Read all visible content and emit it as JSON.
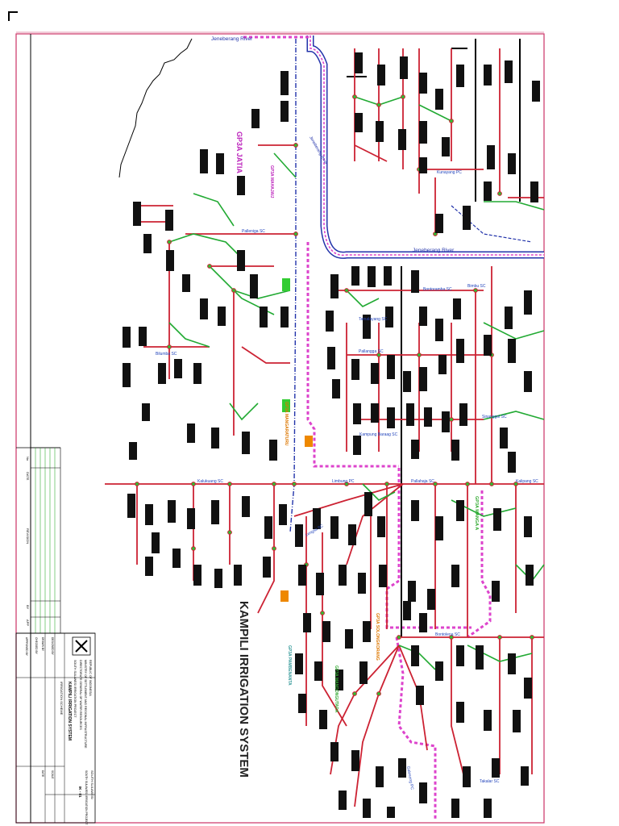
{
  "drawing": {
    "title": "KAMPILI IRRIGATION SYSTEM",
    "rivers": {
      "top": "Jeneberang River",
      "middle": "Jeneberang River",
      "canal_label": "Jeneberang River"
    },
    "gp3a_labels": [
      "GP3A JATIA",
      "GP3A MAHAJAIJ",
      "GP3A MANGARATURU",
      "GP3A MANGA A",
      "GP3A SOLONGKORANG",
      "GP3A MANDONGUTARA",
      "GP3A PAMBENANTA"
    ],
    "channel_labels": [
      "Palleniga SC",
      "Bilumba SC",
      "Kalukuang SC",
      "Limbung PC",
      "Kampung Baraag SC",
      "Pallahaja SC",
      "Bontoramba SC",
      "Bimbu SC",
      "Tamalayang SC",
      "Pallangga SC",
      "Kunayang PC",
      "Sinanggoi SC",
      "Bontolena SC",
      "Kalipang SC",
      "Lengsa SC",
      "Takalar SC",
      "Galesong PC"
    ]
  },
  "title_block": {
    "owner": "REPUBLIC OF INDONESIA",
    "ministry": "MINISTRY OF SETTLEMENT AND REGIONAL INFRASTRUCTURE",
    "directorate": "DIRECTORATE GENERAL OF WATER RESOURCES",
    "project": "SOUTH SULAWESI IRRIGATION PROJECT",
    "drawing_name": "KAMPILI IRRIGATION SYSTEM",
    "sheet_type": "IRRIGATION SCHEME",
    "province": "SOUTH SULAWESI",
    "sheet_no": "IK - 01",
    "rows": [
      "DESIGNED BY",
      "DRAWN BY",
      "CHECKED BY",
      "APPROVED BY",
      "SCALE",
      "DATE"
    ]
  },
  "revision_block": {
    "headers": [
      "No",
      "DATE",
      "REVISION",
      "BY",
      "APP"
    ]
  },
  "colors": {
    "canal_main": "#cc2233",
    "canal_secondary": "#22aa33",
    "boundary_dash": "#dd44cc",
    "river_blue": "#2233aa",
    "label_blue": "#2244bb",
    "label_green": "#33aa33",
    "label_orange": "#dd7700",
    "label_purple": "#bb22bb",
    "label_teal": "#339999",
    "frame_red": "#cc3366"
  }
}
